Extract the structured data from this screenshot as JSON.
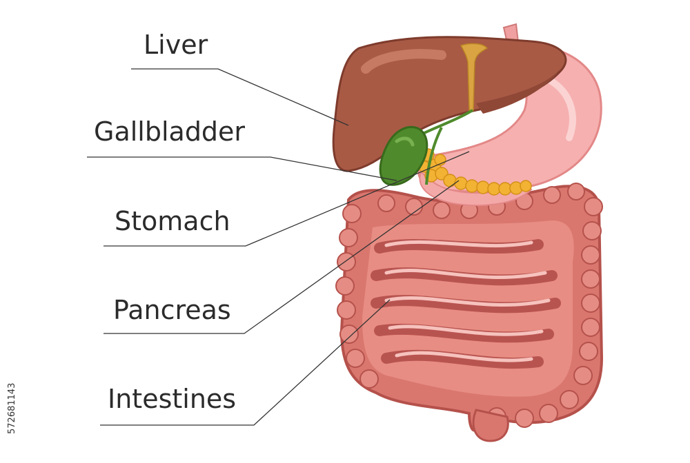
{
  "labels": {
    "liver": "Liver",
    "gallbladder": "Gallbladder",
    "stomach": "Stomach",
    "pancreas": "Pancreas",
    "intestines": "Intestines"
  },
  "stock_id": "572681143",
  "colors": {
    "liver": "#a85a45",
    "liver_dark": "#7e3b2c",
    "gallbladder": "#4f8a2c",
    "stomach": "#f6b0b0",
    "stomach_dark": "#e38888",
    "pancreas": "#f2b233",
    "intestine": "#d9776f",
    "intestine_dark": "#b5514b",
    "bile_duct": "#d9a441",
    "leader_line": "#333333"
  }
}
